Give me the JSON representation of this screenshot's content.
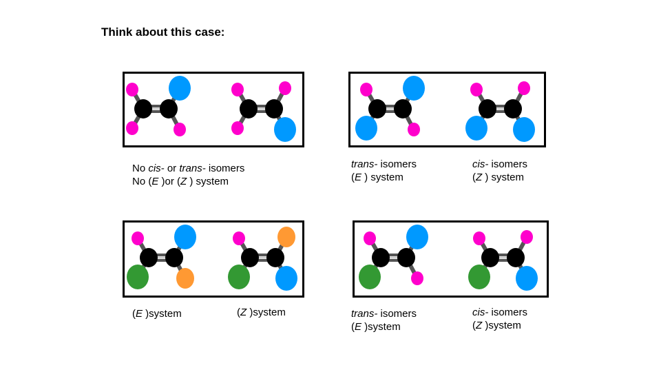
{
  "title": "Think about this case:",
  "colors": {
    "carbon": "#000000",
    "bond": "#555555",
    "bond_highlight": "#cccccc",
    "magenta": "#ff00cc",
    "blue": "#0099ff",
    "green": "#339933",
    "orange": "#ff9933"
  },
  "molecules": [
    {
      "name": "molecule-1",
      "substituents": [
        "magenta",
        "blue",
        "magenta",
        "magenta"
      ]
    },
    {
      "name": "molecule-2",
      "substituents": [
        "magenta",
        "magenta",
        "magenta",
        "blue"
      ]
    },
    {
      "name": "molecule-3",
      "substituents": [
        "magenta",
        "blue",
        "blue",
        "magenta"
      ]
    },
    {
      "name": "molecule-4",
      "substituents": [
        "magenta",
        "magenta",
        "blue",
        "blue"
      ]
    },
    {
      "name": "molecule-5",
      "substituents": [
        "magenta",
        "blue",
        "green",
        "orange"
      ]
    },
    {
      "name": "molecule-6",
      "substituents": [
        "magenta",
        "orange",
        "green",
        "blue"
      ]
    },
    {
      "name": "molecule-7",
      "substituents": [
        "magenta",
        "blue",
        "green",
        "magenta"
      ]
    },
    {
      "name": "molecule-8",
      "substituents": [
        "magenta",
        "magenta",
        "green",
        "blue"
      ]
    }
  ],
  "captions": {
    "none": {
      "line1": {
        "pre": "No ",
        "cis": "cis-",
        "mid": " or ",
        "trans": "trans-",
        "post": " isomers"
      },
      "line2": {
        "pre": "No (",
        "e": "E",
        "mid": " )or (",
        "z": "Z",
        "post": " ) system"
      }
    },
    "trans_ez": {
      "line1": {
        "trans": "trans-",
        "post": " isomers"
      },
      "line2": {
        "pre": "(",
        "e": "E",
        "post": " ) system"
      }
    },
    "cis_ez": {
      "line1": {
        "cis": "cis-",
        "post": " isomers"
      },
      "line2": {
        "pre": "(",
        "z": "Z",
        "post": " ) system"
      }
    },
    "e_system": {
      "pre": "(",
      "e": "E",
      "post": " )system"
    },
    "z_system": {
      "pre": "(",
      "z": "Z",
      "post": " )system"
    },
    "trans_e2": {
      "line1": {
        "trans": "trans-",
        "post": " isomers"
      },
      "line2": {
        "pre": "(",
        "e": "E",
        "post": " )system"
      }
    },
    "cis_z2": {
      "line1": {
        "cis": "cis-",
        "post": " isomers"
      },
      "line2": {
        "pre": "(",
        "z": "Z",
        "post": " )system"
      }
    }
  }
}
